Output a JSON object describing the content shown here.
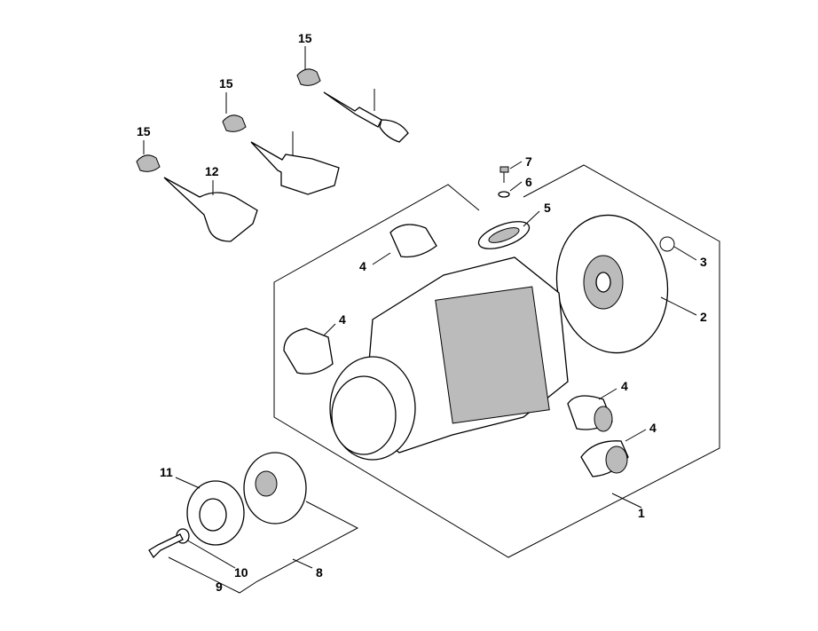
{
  "diagram": {
    "callouts": {
      "plug_cap_a": "15",
      "plug_cap_b": "15",
      "plug_cap_c": "15",
      "power_cord": "12",
      "screw_small": "7",
      "washer_small": "6",
      "gasket": "5",
      "sleeve_top": "4",
      "circlip": "3",
      "fan": "2",
      "bearing_holder": "4",
      "sleeve_right_a": "4",
      "sleeve_right_b": "4",
      "motor_assembly": "1",
      "seal_ring": "11",
      "end_cover_kit": "8",
      "washer": "10",
      "screw": "9"
    }
  }
}
